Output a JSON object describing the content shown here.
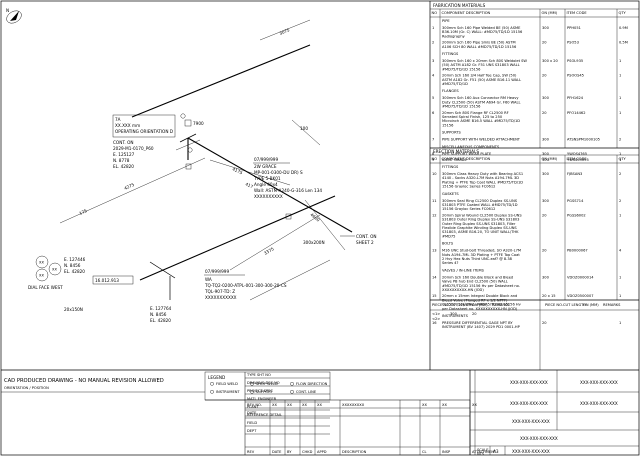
{
  "note_top": "CAD PRODUCED DRAWING - NO MANUAL REVISION ALLOWED",
  "note_sub": "ORIENTATION / POSITION",
  "north_label": "N",
  "drawing": {
    "orientation_lines": [
      "7A",
      "XX.XXX mm",
      "OPERATING ORIENTATION D"
    ],
    "cont_left": [
      "CONT. ON",
      "2029-M1-0170_P60",
      "E. 125127",
      "N. 8778",
      "EL. 42820"
    ],
    "dims": [
      "7900",
      "4175",
      "4275",
      "175",
      "3075",
      "417",
      "4600",
      "3375",
      "100"
    ],
    "tag_a": [
      "2W GRACE",
      "MP-001-0300-DU DR) S",
      "TYPE 5-BK01",
      "Angle 40x4",
      "Wall: ASTM-A240-G-316 Len 134",
      "XXXXXXXXXX"
    ],
    "tag_a_head": "07/999/999",
    "size_mid": "300x200N",
    "cont_right": [
      "CONT. ON",
      "SHEET 2"
    ],
    "coord_left": [
      "E. 127446",
      "N. 8456",
      "EL. 42820"
    ],
    "face_label": "DIAL FACE WEST",
    "dim_small": [
      "16.012.913"
    ],
    "size_small": [
      "20x150N"
    ],
    "coord_bottom": [
      "E. 127764",
      "N. 8456",
      "EL. 42820"
    ],
    "tag_b_head": "07/999/999",
    "tag_b": [
      "WA",
      "TQ-TQ2-0200-ATPL-001-300-300-20-CS",
      "TQL-907-TD: Z",
      "XXXXXXXXXXX"
    ],
    "circle_labels": [
      "XX",
      "XX",
      "XX"
    ]
  },
  "fab": {
    "title": "FABRICATION MATERIALS",
    "headers": [
      "NO",
      "COMPONENT DESCRIPTION",
      "ON (MM)",
      "ITEM CODE",
      "QTY"
    ],
    "sections": [
      {
        "name": "PIPE",
        "rows": [
          {
            "no": "1",
            "desc": "300mm Sch 160 Pipe Welded BE (50) ASME B36.10M (Gr. C) WALL: #MD75/TD/1D 15156 Radiography",
            "dim": "300",
            "code": "PPH051",
            "qty": "0.9M"
          },
          {
            "no": "2",
            "desc": "200mm Sch 160 Pipe Smls BE (50) ASTM A106 SCH 80 WALL #MD75/TD/1D 15156",
            "dim": "20",
            "code": "PSO53",
            "qty": "0.5M"
          }
        ]
      },
      {
        "name": "FITTINGS",
        "rows": [
          {
            "no": "3",
            "desc": "300mm Sch 160 x 20mm Sch 80S Weldolet SW (50) ASTM A182 Gr. F51 UNS S31803 WALL #MD75/TD/1D 15156",
            "dim": "300 x 20",
            "code": "PSOL935",
            "qty": "1"
          },
          {
            "no": "4",
            "desc": "20mm Sch 160 3/4 Half Tee Cap, SW (50) ASTM A182 Gr. F51 (50) ASME B16.11 WALL #MD75/TD/1D",
            "dim": "20",
            "code": "PSOOS45",
            "qty": "1"
          }
        ]
      },
      {
        "name": "FLANGES",
        "rows": [
          {
            "no": "5",
            "desc": "300mm Sch 160 Aux Connector RM Heavy Duty CL2500 (50) ASTM A694 Gr. F60 WALL #MD75/TD/1D 15156",
            "dim": "300",
            "code": "PFH1624",
            "qty": "1"
          },
          {
            "no": "6",
            "desc": "20mm Sch 80S Flange RF CL2500 RF Serrated Spiral Finish, 125 to 250 Microinch ASME B16.5 WALL #MD75/TD/1D 15156",
            "dim": "20",
            "code": "PFO14462",
            "qty": "1"
          }
        ]
      },
      {
        "name": "SUPPORTS",
        "rows": [
          {
            "no": "7",
            "desc": "PIPE SUPPORT WITH WELDED ATTACHMENT",
            "dim": "300",
            "code": "ATSNSPM1000105",
            "qty": "2"
          }
        ]
      },
      {
        "name": "MISCELLANEOUS COMPONENTS",
        "rows": [
          {
            "no": "8",
            "desc": "PIPE SUPPORT WEAR PLATE",
            "dim": "300",
            "code": "YWOS4765",
            "qty": "1"
          },
          {
            "no": "9",
            "desc": "IDENT GRADE",
            "dim": "300",
            "code": "YWSSS9095",
            "qty": "1"
          }
        ]
      }
    ]
  },
  "erec": {
    "title": "ERECTION MATERIALS",
    "headers": [
      "NO",
      "COMPONENT DESCRIPTION",
      "ON (MM)",
      "ITEM CODE",
      "QTY"
    ],
    "sections": [
      {
        "name": "FITTINGS",
        "rows": [
          {
            "no": "10",
            "desc": "300mm Class Heavy Duty with Bearing ACS1 4140 - Socks A320-L7M Nuts A194-7ML 3D Plating + PTFE Top Coat WALL #MD75/TD/1D 15156 Grayloc Series FC0612",
            "dim": "300",
            "code": "FJBSAN3",
            "qty": "2"
          }
        ]
      },
      {
        "name": "GASKETS",
        "rows": [
          {
            "no": "11",
            "desc": "300mm Seal Ring CL2500 Duplex SS-UNS S31803 PTFE Coated WALL #MD75/TD/1D 15156 Grayloc Series FC0612",
            "dim": "300",
            "code": "PGSS714",
            "qty": "2"
          },
          {
            "no": "12",
            "desc": "20mm Spiral Wound CL2500 Duplex SS-UNS S31803 Outer Ring Duplex SS-UNS S31803 Outer Ring Duplex SS-UNS S31803, Filler Flexible Graphite Winding Duplex SS-UNS S31803, ASME B16.20, TO UNIT WALL/THK #MD75",
            "dim": "20",
            "code": "PGSS6002",
            "qty": "1"
          }
        ]
      },
      {
        "name": "BOLTS",
        "rows": [
          {
            "no": "13",
            "desc": "M16 UNC Stud-bolt Threaded, SO A320-L7M Nuts A194-7ML 3D Plating + PTFE Top Coat 2 Hvy Hex Nuts Third UNC-eaf? @ 8.38 Series 4?",
            "dim": "20",
            "code": "PB0000067",
            "qty": "4"
          }
        ]
      },
      {
        "name": "VALVES / IN-LINE ITEMS",
        "rows": [
          {
            "no": "14",
            "desc": "20mm Sch 160 Double Block and Bleed Valve PB hub End CL2500 (50) WALL #MD75/TD/1D 15156 Hv per Datasheet no. XXXXXXXXXX-HN (JOD)",
            "dim": "300",
            "code": "VDOZ0000014",
            "qty": "1"
          },
          {
            "no": "15",
            "desc": "20mm x 15mm Integral Double Block and Bleed Valve (Flanged RF x 1/2 NPTF) CL2500 (50) WALL #MD75/TD/1D 15156 Hv per Datasheet no. XXXXXXXXXX-HN (JOD)",
            "dim": "20 x 15",
            "code": "VDOZ0500007",
            "qty": "1"
          }
        ]
      },
      {
        "name": "INSTRUMENTS",
        "rows": [
          {
            "no": "16",
            "desc": "PRESSURE DIFFERENTIAL GAGE NPT BY INSTRUMENT (BV 1407) 2029 PD1 0001-HP",
            "dim": "20",
            "code": "",
            "qty": "1"
          }
        ]
      }
    ]
  },
  "cut": {
    "head_a": [
      "PIECE NO.",
      "CUT LENGTH",
      "ON (MM)",
      "REMARKS"
    ],
    "head_b": [
      "PIECE NO.",
      "CUT LENGTH",
      "ON (MM)",
      "REMARKS"
    ],
    "rows": [
      [
        "<1>",
        "300",
        "20",
        ""
      ],
      [
        "<2>",
        "",
        "",
        ""
      ]
    ]
  },
  "legend": {
    "title": "LEGEND",
    "items": [
      "FIELD WELD",
      "SHOP WELD",
      "FLOW DIRECTION",
      "INSTRUMENT",
      "SUPPORT",
      "CONT. LINE"
    ]
  },
  "rev_rows": [
    [
      "REV NO.",
      "XX",
      "XX",
      "XX",
      "XX",
      "XXXXXXXXX",
      "",
      "XX",
      "XX",
      "XX"
    ],
    [
      "DATE",
      "",
      "",
      "",
      "",
      "",
      "",
      "",
      "",
      ""
    ]
  ],
  "rev_foot": [
    "REV",
    "DATE",
    "BY",
    "CHKD",
    "APPD",
    "DESCRIPTION",
    "",
    "CL",
    "INSP",
    "ATTACHMENT"
  ],
  "left_labels": [
    "TYPE SHT NO",
    "DRAWING DES NO",
    "PROJECT SPEC",
    "MATL ENGINEER",
    "PLANT",
    "REFERENCE DETAIL",
    "FIELD",
    "DEPT"
  ],
  "title_block": {
    "cells": [
      "XXX-XXX-XXX-XXX",
      "XXX-XXX-XXX-XXX",
      "XXX-XXX-XXX-XXX",
      "XXX-XXX-XXX-XXX",
      "XXX-XXX-XXX-XXX",
      "XXX-XXX-XXX-XXX"
    ],
    "label_sheet": "SCALE",
    "scale": "NTS",
    "size": "A3",
    "dwg_no": "XXX-XXX-XXX-XXX"
  }
}
